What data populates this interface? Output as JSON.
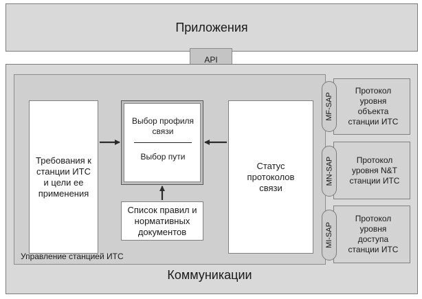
{
  "applications": {
    "label": "Приложения"
  },
  "api": {
    "label": "API"
  },
  "communications": {
    "label": "Коммуникации"
  },
  "management": {
    "label": "Управление станцией ИТС"
  },
  "requirements_box": {
    "label": "Требования к станции ИТС и цели ее применения"
  },
  "selection_box": {
    "top_label": "Выбор профиля связи",
    "bottom_label": "Выбор пути"
  },
  "status_box": {
    "label": "Статус протоколов связи"
  },
  "rules_box": {
    "label": "Список правил и нормативных документов"
  },
  "protocols": [
    {
      "sap": "MF-SAP",
      "label": "Протокол уровня объекта станции ИТС"
    },
    {
      "sap": "MN-SAP",
      "label": "Протокол уровня N&T станции ИТС"
    },
    {
      "sap": "MI-SAP",
      "label": "Протокол уровня доступа станции ИТС"
    }
  ],
  "colors": {
    "outer_grey": "#d9d9d9",
    "inner_grey": "#cfcfcf",
    "arrow": "#2b2b2b",
    "frame": "#7a7a7a"
  }
}
